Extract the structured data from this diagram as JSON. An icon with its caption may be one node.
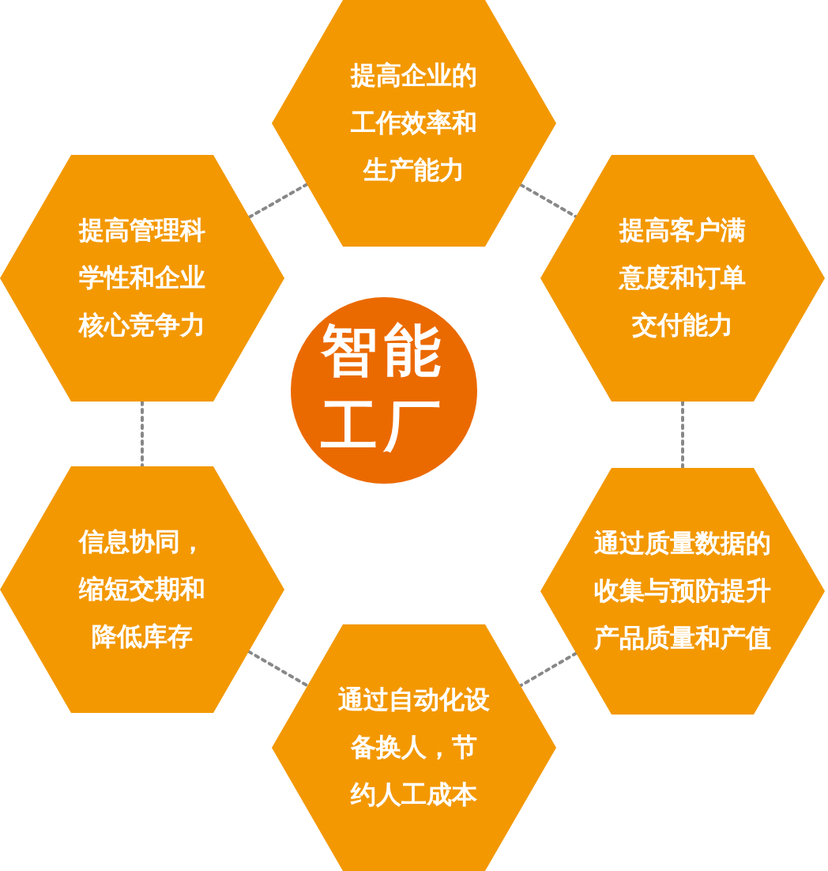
{
  "diagram": {
    "nodes": [
      {
        "text": [
          "提高企业的工作效率和生产能力"
        ]
      },
      {
        "text": [
          "提高管理科学性和企业核心竞争力"
        ]
      },
      {
        "text": [
          "提高客户满意度和订单交付能力"
        ]
      },
      {
        "text": [
          "智能工厂"
        ]
      },
      {
        "text": [
          "信息协同，缩短交期和降低库存"
        ]
      },
      {
        "text": [
          "通过质量数据的收集与预防提升产品质量和产值"
        ]
      },
      {
        "text": [
          "通过自动化设备换人，节约人工成本"
        ]
      }
    ],
    "edges": [
      {
        "from": 0,
        "to": 1,
        "arrow": "none",
        "style": "dashed"
      },
      {
        "from": 0,
        "to": 2,
        "arrow": "none",
        "style": "dashed"
      },
      {
        "from": 1,
        "to": 4,
        "arrow": "none",
        "style": "dashed"
      },
      {
        "from": 2,
        "to": 5,
        "arrow": "none",
        "style": "dashed"
      },
      {
        "from": 4,
        "to": 6,
        "arrow": "none",
        "style": "dashed"
      },
      {
        "from": 5,
        "to": 6,
        "arrow": "none",
        "style": "dashed"
      }
    ]
  }
}
